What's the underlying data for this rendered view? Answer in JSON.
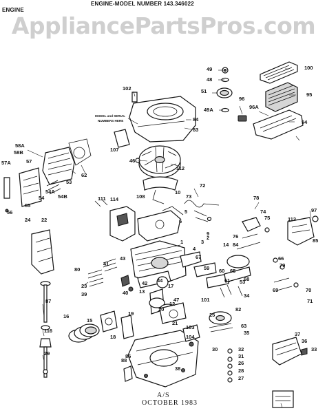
{
  "header": {
    "title": "ENGINE-MODEL NUMBER 143.346022",
    "section": "ENGINE"
  },
  "watermark": "AppliancePartsPros.com",
  "annotation": {
    "line1": "MODEL and SERIAL",
    "line2": "NUMBERS HERE"
  },
  "footer": {
    "page": "A/S",
    "date": "OCTOBER 1983"
  },
  "callouts": [
    "49",
    "48",
    "100",
    "102",
    "51",
    "95",
    "96",
    "96A",
    "49A",
    "84",
    "83",
    "94",
    "MODEL and SERIAL NUMBERS HERE",
    "107",
    "46",
    "112",
    "58A",
    "58B",
    "57",
    "57A",
    "53",
    "62",
    "56",
    "55",
    "54",
    "54A",
    "54B",
    "72",
    "10",
    "73",
    "78",
    "111",
    "114",
    "108",
    "6",
    "5",
    "74",
    "75",
    "97",
    "113",
    "85",
    "9",
    "76",
    "84",
    "24",
    "22",
    "43",
    "41",
    "2",
    "3",
    "4",
    "1",
    "14",
    "67",
    "59",
    "60",
    "65",
    "61",
    "66",
    "79",
    "80",
    "23",
    "39",
    "40",
    "42",
    "44",
    "17",
    "12",
    "13",
    "47",
    "53",
    "68",
    "69",
    "70",
    "71",
    "87",
    "16",
    "15",
    "18",
    "19",
    "20",
    "21",
    "25",
    "82",
    "63",
    "35",
    "34",
    "101",
    "103",
    "104",
    "37",
    "36",
    "33",
    "30",
    "32",
    "31",
    "26",
    "28",
    "27",
    "86",
    "88",
    "38",
    "29",
    "116"
  ]
}
